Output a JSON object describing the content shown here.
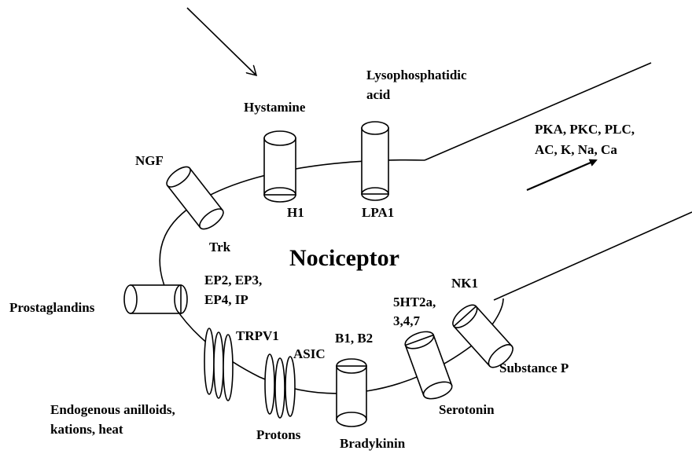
{
  "title": "Nociceptor",
  "labels": {
    "lysophosphatidic_1": "Lysophosphatidic",
    "lysophosphatidic_2": "acid",
    "hystamine": "Hystamine",
    "ngf": "NGF",
    "h1": "H1",
    "lpa1": "LPA1",
    "trk": "Trk",
    "kinases_1": "PKA, PKC, PLC,",
    "kinases_2": "AC, K, Na, Ca",
    "ep_1": "EP2, EP3,",
    "ep_2": "EP4, IP",
    "prostaglandins": "Prostaglandins",
    "nk1": "NK1",
    "ht_1": "5HT2a,",
    "ht_2": "3,4,7",
    "trpv1": "TRPV1",
    "b1b2": "B1, B2",
    "asic": "ASIC",
    "substance_p": "Substance P",
    "serotonin": "Serotonin",
    "endogenous_1": "Endogenous anilloids,",
    "endogenous_2": "kations, heat",
    "protons": "Protons",
    "bradykinin": "Bradykinin"
  },
  "colors": {
    "stroke": "#000000",
    "text": "#000000",
    "background": "#ffffff"
  }
}
